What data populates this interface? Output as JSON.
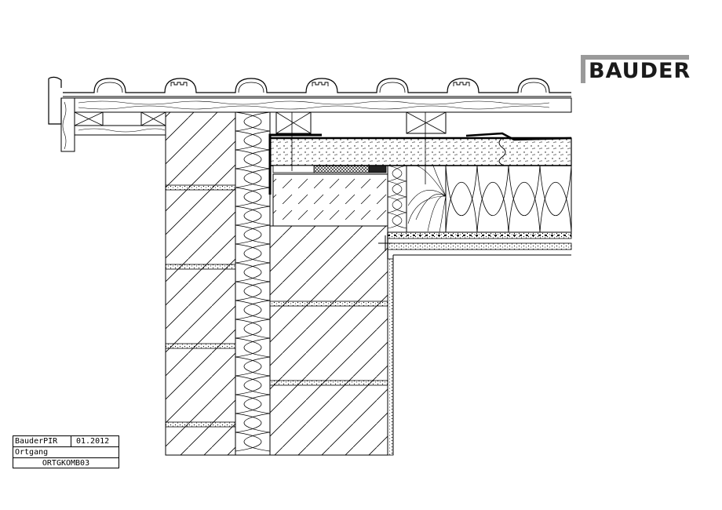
{
  "logo": {
    "text": "BAUDER"
  },
  "title_block": {
    "product": "BauderPIR",
    "date": "01.2012",
    "detail": "Ortgang",
    "code": "ORTGKOMB03"
  }
}
